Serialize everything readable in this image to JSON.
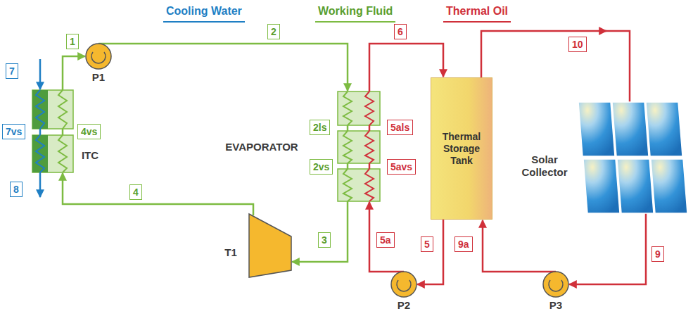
{
  "diagram": {
    "nodes": [
      {
        "text": [
          "7"
        ]
      },
      {
        "text": [
          "1"
        ]
      },
      {
        "text": [
          "2"
        ]
      },
      {
        "text": [
          "6"
        ]
      },
      {
        "text": [
          "10"
        ]
      },
      {
        "text": [
          "7vs"
        ]
      },
      {
        "text": [
          "4vs"
        ]
      },
      {
        "text": [
          "2ls"
        ]
      },
      {
        "text": [
          "5als"
        ]
      },
      {
        "text": [
          "Thermal Storage Tank"
        ]
      },
      {
        "text": [
          "2vs"
        ]
      },
      {
        "text": [
          "5avs"
        ]
      },
      {
        "text": [
          "4"
        ]
      },
      {
        "text": [
          "8"
        ]
      },
      {
        "text": [
          "3"
        ]
      },
      {
        "text": [
          "5a"
        ]
      },
      {
        "text": [
          "5"
        ]
      },
      {
        "text": [
          "9a"
        ]
      },
      {
        "text": [
          "9"
        ]
      }
    ],
    "labels": [
      "P1",
      "ITC",
      "EVAPORATOR",
      "Solar Collector",
      "T1",
      "P2",
      "P3"
    ],
    "legend": [
      {
        "text": "Cooling Water"
      },
      {
        "text": "Working Fluid"
      },
      {
        "text": "Thermal Oil"
      }
    ]
  }
}
